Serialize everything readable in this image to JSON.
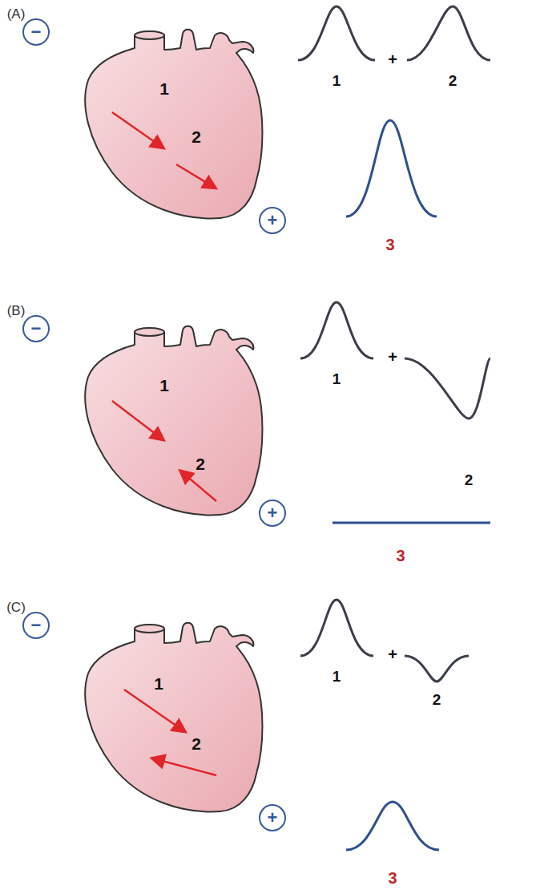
{
  "diagram": {
    "nodes": [
      {
        "text": [
          "−"
        ]
      },
      {
        "text": [
          "+"
        ]
      },
      {
        "text": [
          "−"
        ]
      },
      {
        "text": [
          "+"
        ]
      },
      {
        "text": [
          "−"
        ]
      },
      {
        "text": [
          "+"
        ]
      }
    ],
    "labels": [
      "(A)",
      "1",
      "2",
      "1",
      "+",
      "2",
      "3",
      "(B)",
      "1",
      "2",
      "1",
      "+",
      "2",
      "3",
      "(C)",
      "1",
      "2",
      "1",
      "+",
      "2",
      "3"
    ]
  }
}
